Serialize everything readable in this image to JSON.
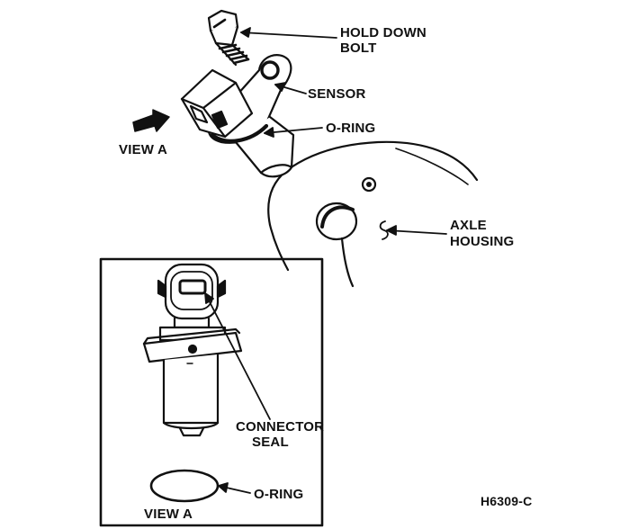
{
  "labels": {
    "hold_down_bolt_line1": "HOLD DOWN",
    "hold_down_bolt_line2": "BOLT",
    "sensor": "SENSOR",
    "o_ring_top": "O-RING",
    "view_a_arrow": "VIEW A",
    "axle_housing_line1": "AXLE",
    "axle_housing_line2": "HOUSING",
    "connector_seal_line1": "CONNECTOR",
    "connector_seal_line2": "SEAL",
    "o_ring_bottom": "O-RING",
    "view_a_caption": "VIEW A",
    "figure_id": "H6309-C"
  },
  "colors": {
    "ink": "#111111",
    "paper": "#ffffff"
  }
}
